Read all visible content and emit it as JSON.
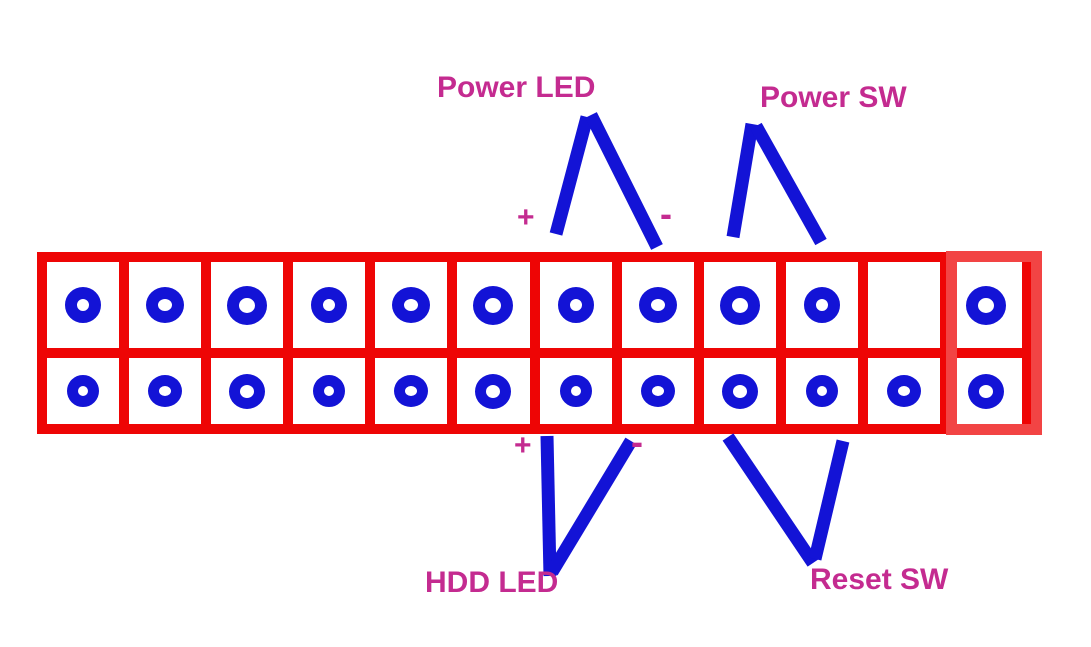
{
  "diagram": {
    "subject": "motherboard front panel header pinout",
    "rows": 2,
    "columns": 12
  },
  "connector_labels": {
    "power_led": "Power LED",
    "power_sw": "Power SW",
    "hdd_led": "HDD LED",
    "reset_sw": "Reset SW",
    "plus": "+",
    "minus": "-"
  },
  "header_block": {
    "pin_layout": [
      [
        1,
        1,
        1,
        1,
        1,
        1,
        1,
        1,
        1,
        1,
        0,
        1
      ],
      [
        1,
        1,
        1,
        1,
        1,
        1,
        1,
        1,
        1,
        1,
        1,
        1
      ]
    ],
    "empty_position": {
      "row": "top",
      "column": 11
    }
  },
  "connections": [
    {
      "label": "Power LED",
      "row": "top",
      "positive_pin_column": 7,
      "negative_pin_column": 8,
      "has_polarity_marks": true
    },
    {
      "label": "Power SW",
      "row": "top",
      "pin_columns": [
        9,
        10
      ],
      "has_polarity_marks": false
    },
    {
      "label": "HDD LED",
      "row": "bottom",
      "positive_pin_column": 7,
      "negative_pin_column": 8,
      "has_polarity_marks": true
    },
    {
      "label": "Reset SW",
      "row": "bottom",
      "pin_columns": [
        9,
        10
      ],
      "has_polarity_marks": false
    }
  ],
  "colors": {
    "header_red": "#ee0505",
    "highlight_red": "#f24444",
    "pin_blue": "#1313d6",
    "label_magenta": "#c42b90",
    "background": "#ffffff"
  }
}
